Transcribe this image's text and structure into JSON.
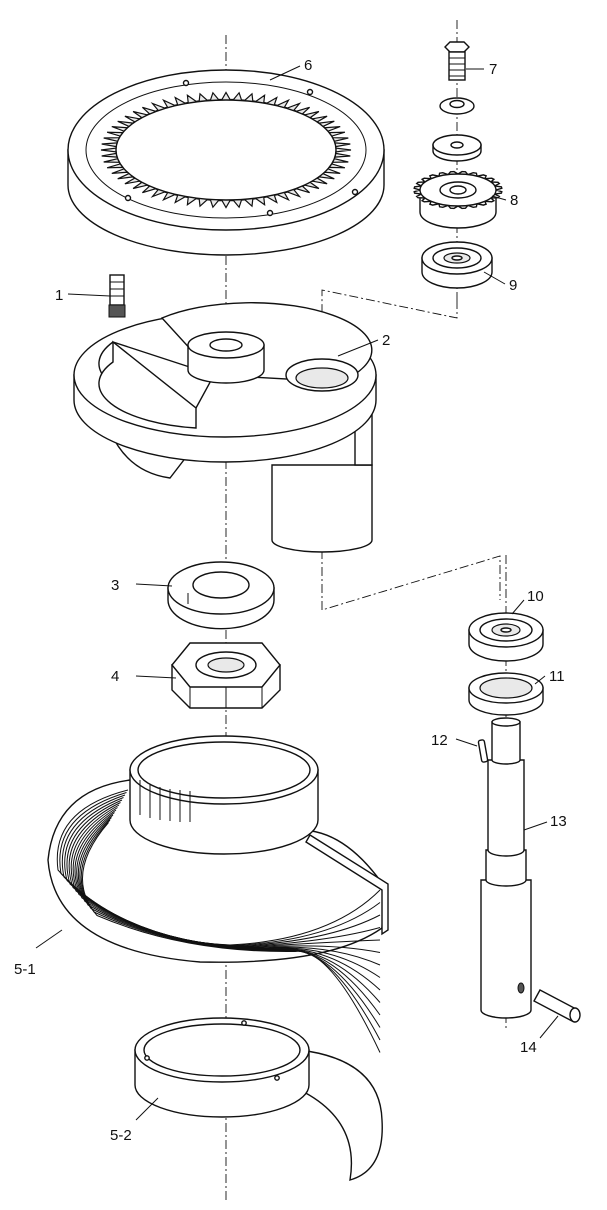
{
  "callouts": [
    {
      "id": "c1",
      "text": "1"
    },
    {
      "id": "c2",
      "text": "2"
    },
    {
      "id": "c3",
      "text": "3"
    },
    {
      "id": "c4",
      "text": "4"
    },
    {
      "id": "c51",
      "text": "5-1"
    },
    {
      "id": "c52",
      "text": "5-2"
    },
    {
      "id": "c6",
      "text": "6"
    },
    {
      "id": "c7",
      "text": "7"
    },
    {
      "id": "c8",
      "text": "8"
    },
    {
      "id": "c9",
      "text": "9"
    },
    {
      "id": "c10",
      "text": "10"
    },
    {
      "id": "c11",
      "text": "11"
    },
    {
      "id": "c12",
      "text": "12"
    },
    {
      "id": "c13",
      "text": "13"
    },
    {
      "id": "c14",
      "text": "14"
    }
  ],
  "colors": {
    "line": "#111111",
    "background": "#ffffff",
    "shade": "#e9e9e9"
  }
}
